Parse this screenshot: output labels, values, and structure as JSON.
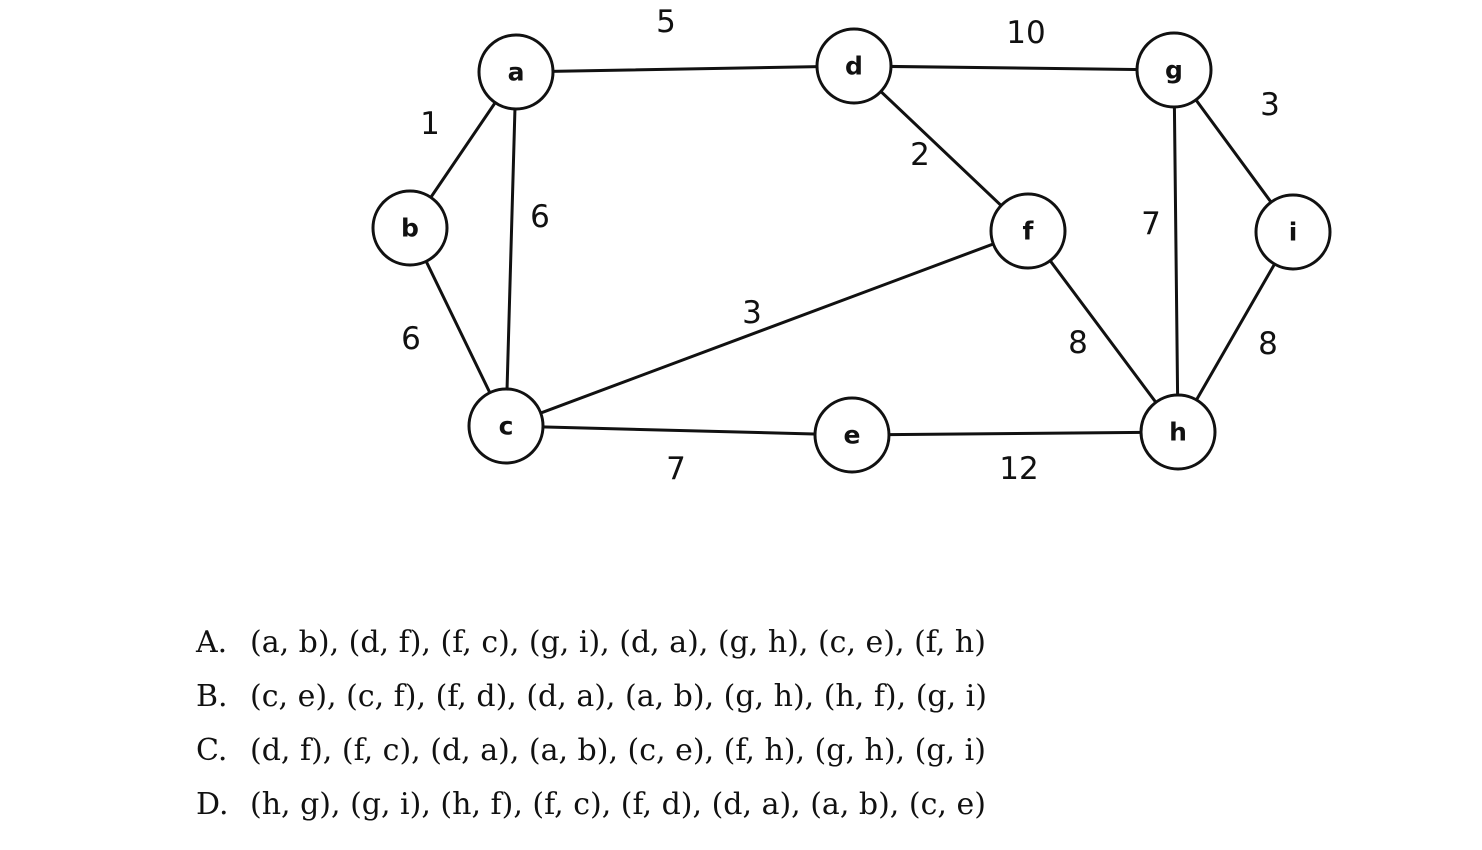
{
  "graph": {
    "nodes": [
      {
        "id": "a",
        "label": "a"
      },
      {
        "id": "b",
        "label": "b"
      },
      {
        "id": "c",
        "label": "c"
      },
      {
        "id": "d",
        "label": "d"
      },
      {
        "id": "e",
        "label": "e"
      },
      {
        "id": "f",
        "label": "f"
      },
      {
        "id": "g",
        "label": "g"
      },
      {
        "id": "h",
        "label": "h"
      },
      {
        "id": "i",
        "label": "i"
      }
    ],
    "edges": [
      {
        "from": "a",
        "to": "b",
        "weight": "1"
      },
      {
        "from": "a",
        "to": "d",
        "weight": "5"
      },
      {
        "from": "a",
        "to": "c",
        "weight": "6"
      },
      {
        "from": "b",
        "to": "c",
        "weight": "6"
      },
      {
        "from": "d",
        "to": "g",
        "weight": "10"
      },
      {
        "from": "d",
        "to": "f",
        "weight": "2"
      },
      {
        "from": "c",
        "to": "f",
        "weight": "3"
      },
      {
        "from": "c",
        "to": "e",
        "weight": "7"
      },
      {
        "from": "e",
        "to": "h",
        "weight": "12"
      },
      {
        "from": "f",
        "to": "h",
        "weight": "8"
      },
      {
        "from": "g",
        "to": "h",
        "weight": "7"
      },
      {
        "from": "g",
        "to": "i",
        "weight": "3"
      },
      {
        "from": "i",
        "to": "h",
        "weight": "8"
      }
    ]
  },
  "options": [
    {
      "letter": "A.",
      "text": "(a, b), (d, f), (f, c), (g, i), (d, a), (g, h), (c, e), (f, h)"
    },
    {
      "letter": "B.",
      "text": "(c, e), (c, f), (f, d), (d, a), (a, b), (g, h), (h, f), (g, i)"
    },
    {
      "letter": "C.",
      "text": "(d, f), (f, c), (d, a), (a, b), (c, e), (f, h), (g, h), (g, i)"
    },
    {
      "letter": "D.",
      "text": "(h, g), (g, i), (h, f), (f, c), (f, d), (d, a), (a, b), (c, e)"
    }
  ]
}
